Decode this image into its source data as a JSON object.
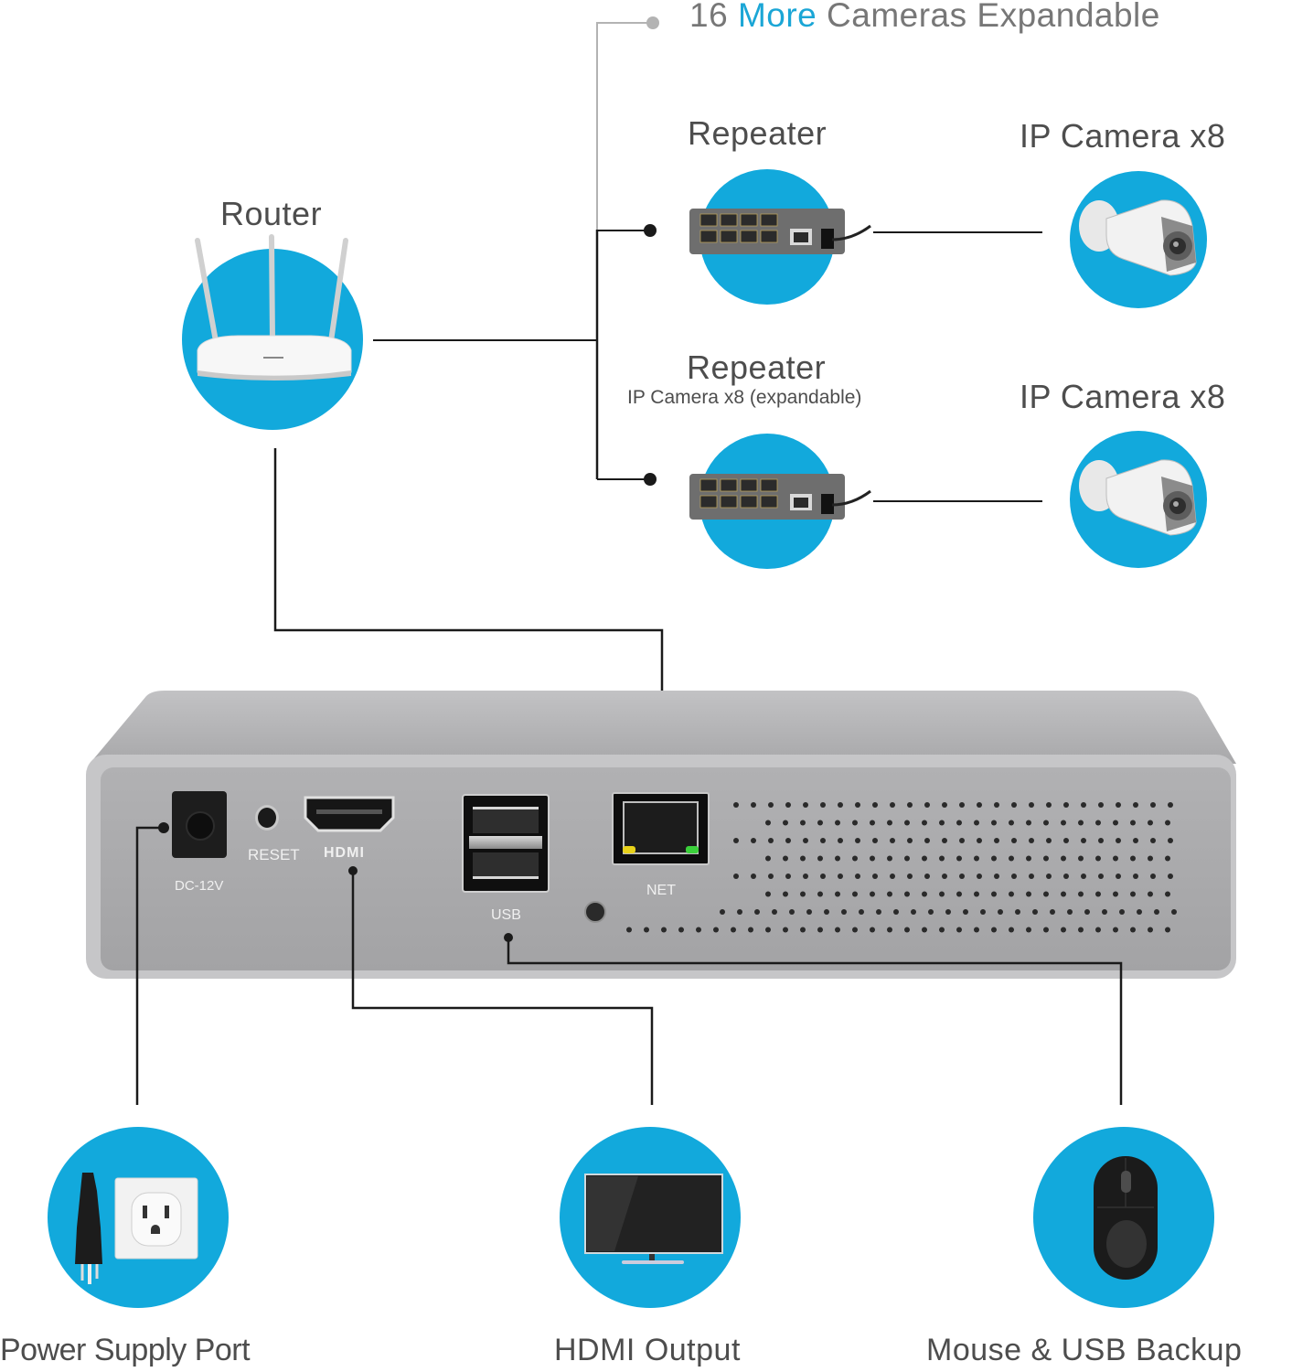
{
  "headline": {
    "prefix": "16",
    "accent_word": "More",
    "suffix": "Cameras Expandable",
    "accent_color": "#1ba6d6"
  },
  "nodes": {
    "router": {
      "label": "Router",
      "icon": "router-icon"
    },
    "repeater_1": {
      "label": "Repeater",
      "icon": "network-switch-icon"
    },
    "repeater_2": {
      "label": "Repeater",
      "sublabel": "IP Camera x8 (expandable)",
      "icon": "network-switch-icon"
    },
    "camera_1": {
      "label": "IP Camera x8",
      "icon": "bullet-camera-icon"
    },
    "camera_2": {
      "label": "IP Camera x8",
      "icon": "bullet-camera-icon"
    },
    "power": {
      "label": "Power Supply Port",
      "icon": "power-outlet-icon"
    },
    "hdmi": {
      "label": "HDMI Output",
      "icon": "monitor-icon"
    },
    "mouse": {
      "label": "Mouse & USB Backup",
      "icon": "mouse-icon"
    }
  },
  "nvr": {
    "ports": {
      "dc": "DC-12V",
      "reset": "RESET",
      "hdmi": "HDMI",
      "usb": "USB",
      "net": "NET"
    },
    "led_colors": {
      "left": "#e8d21a",
      "right": "#3bd13b"
    }
  },
  "colors": {
    "circle_fill": "#12a9dc",
    "wire": "#1a1a1a",
    "wire_light": "#b0b0b0",
    "nvr_body": "#a9a9ab"
  }
}
